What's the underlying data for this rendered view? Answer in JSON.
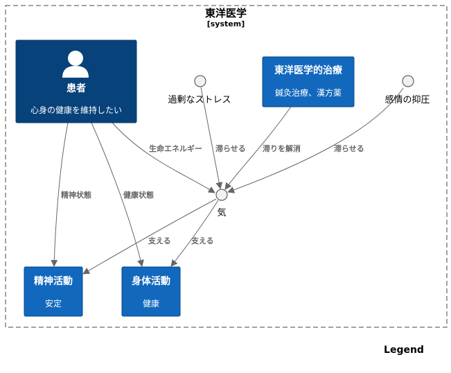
{
  "boundary": {
    "title": "東洋医学",
    "type_label": "[system]"
  },
  "nodes": {
    "patient": {
      "title": "患者",
      "subtitle": "心身の健康を維持したい"
    },
    "treatment": {
      "title": "東洋医学的治療",
      "subtitle": "鍼灸治療、漢方薬"
    },
    "mental_activity": {
      "title": "精神活動",
      "subtitle": "安定"
    },
    "physical_activity": {
      "title": "身体活動",
      "subtitle": "健康"
    }
  },
  "circles": {
    "stress": {
      "label": "過剰なストレス"
    },
    "emotion": {
      "label": "感情の抑圧"
    },
    "ki": {
      "label": "気"
    }
  },
  "edges": {
    "patient_to_ki": "生命エネルギー",
    "stress_to_ki": "滞らせる",
    "treatment_to_ki": "滞りを解消",
    "emotion_to_ki": "滞らせる",
    "patient_to_mental": "精神状態",
    "patient_to_physical": "健康状態",
    "ki_to_mental": "支える",
    "ki_to_physical": "支える"
  },
  "legend": {
    "title": "Legend"
  },
  "colors": {
    "person": "#08427b",
    "container": "#1168bd",
    "edge": "#666666",
    "circle_fill": "#f1f1f1",
    "boundary_stroke": "#444444"
  }
}
